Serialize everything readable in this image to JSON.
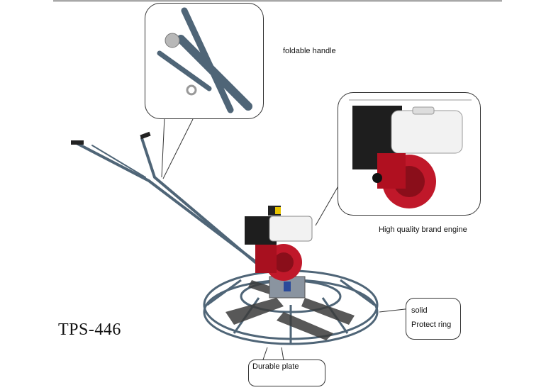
{
  "labels": {
    "foldable_handle": "foldable handle",
    "engine": "High quality brand engine",
    "ring_line1": "solid",
    "ring_line2": "Protect ring",
    "plate": "Durable plate",
    "model": "TPS-446"
  },
  "colors": {
    "frame": "#4f6577",
    "engine_red": "#c0182a",
    "engine_black": "#1e1e1e",
    "tank_white": "#f2f2f2",
    "plate": "#3c3c3c"
  }
}
